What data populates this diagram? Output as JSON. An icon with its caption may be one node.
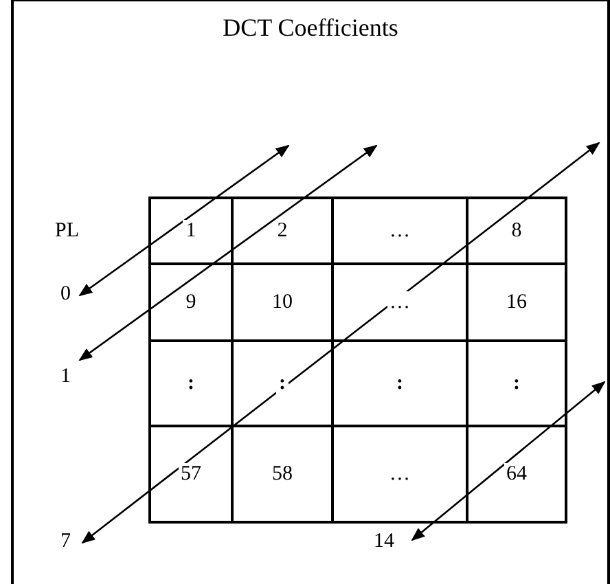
{
  "diagram": {
    "title": "DCT Coefficients",
    "nodes": [
      {
        "text": [
          "0"
        ]
      },
      {
        "text": [
          "1"
        ]
      },
      {
        "text": [
          "7"
        ]
      },
      {
        "text": [
          "14"
        ]
      }
    ],
    "edges": [
      {
        "from": null,
        "to": 0,
        "arrow": "both"
      },
      {
        "from": null,
        "to": 1,
        "arrow": "both"
      },
      {
        "from": null,
        "to": 2,
        "arrow": "both"
      },
      {
        "from": null,
        "to": 3,
        "arrow": "both"
      }
    ],
    "labels": [
      "PL",
      "1",
      "2",
      "…",
      "8",
      "9",
      "10",
      "…",
      "16",
      ":",
      ":",
      ":",
      ":",
      "57",
      "58",
      "…",
      "64"
    ]
  }
}
